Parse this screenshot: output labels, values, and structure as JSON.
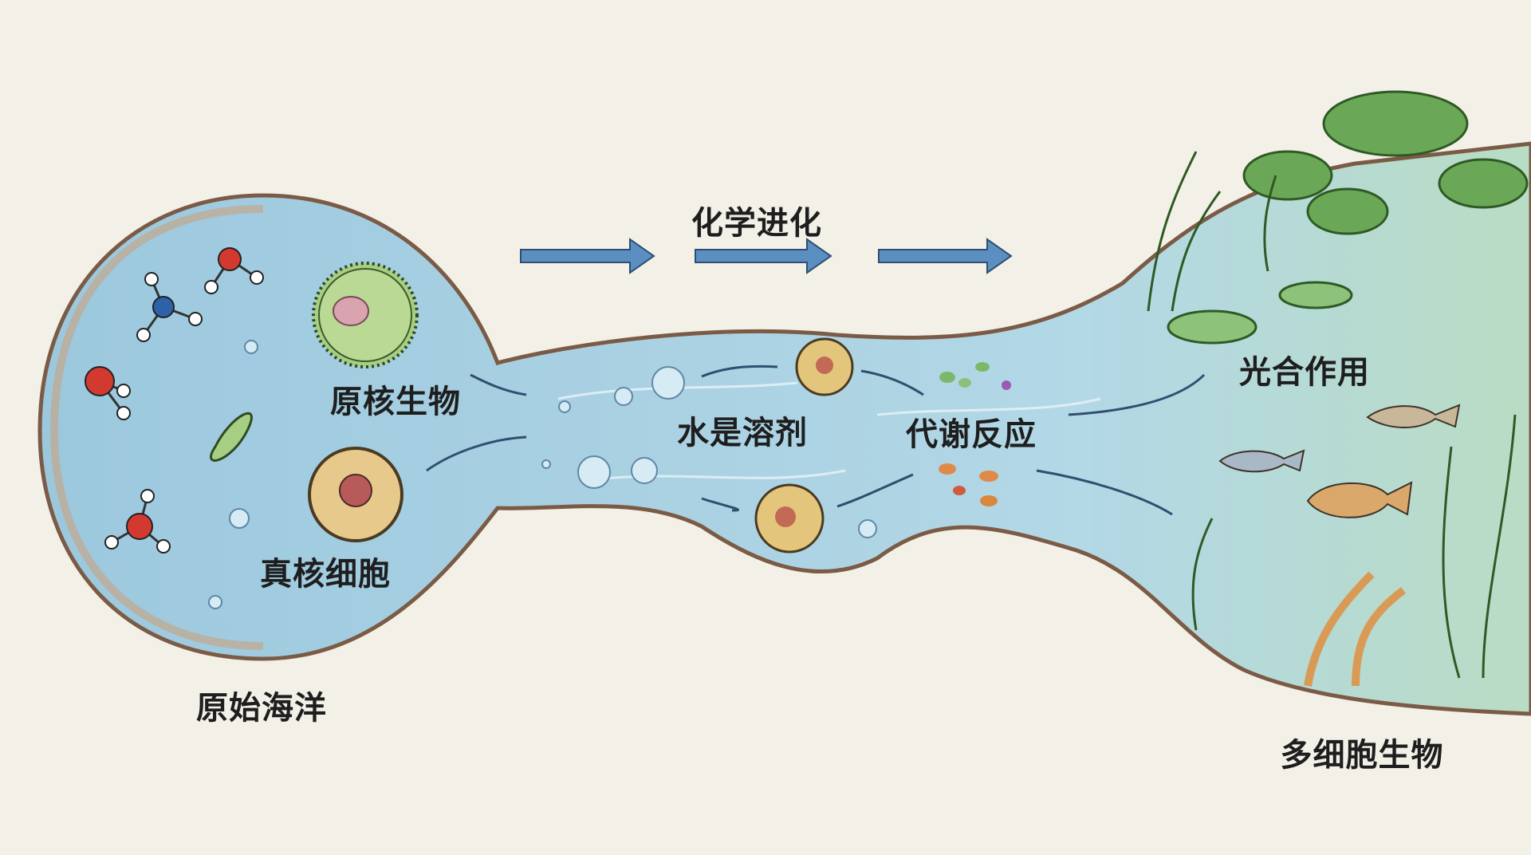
{
  "title": "化学进化",
  "labels": {
    "primordial_ocean": "原始海洋",
    "prokaryote": "原核生物",
    "eukaryotic_cell": "真核细胞",
    "water_solvent": "水是溶剂",
    "metabolism": "代谢反应",
    "photosynthesis": "光合作用",
    "multicellular": "多细胞生物"
  },
  "colors": {
    "background": "#f3f0e8",
    "water": "#a9d0e2",
    "shore": "#b08a6a",
    "arrow": "#5b8fc2",
    "plant": "#5d9a4a"
  }
}
